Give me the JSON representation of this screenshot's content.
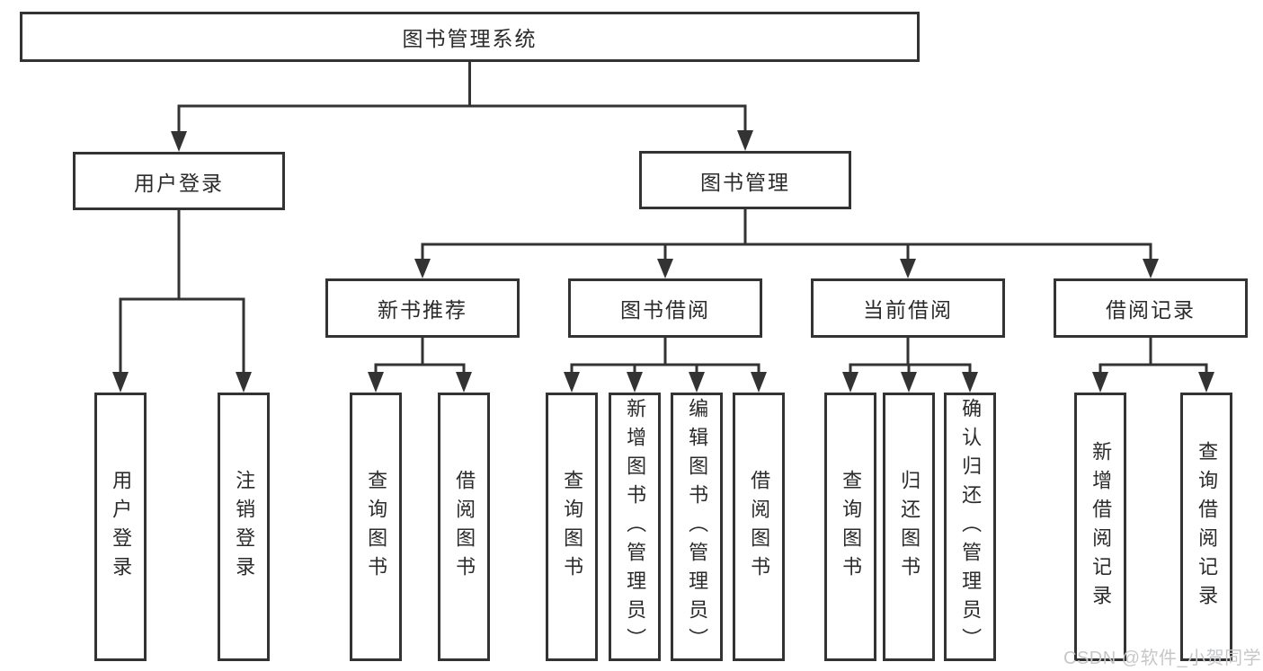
{
  "diagram": {
    "root": {
      "label": "图书管理系统"
    },
    "level2": [
      {
        "label": "用户登录"
      },
      {
        "label": "图书管理"
      }
    ],
    "level3": [
      {
        "label": "新书推荐"
      },
      {
        "label": "图书借阅"
      },
      {
        "label": "当前借阅"
      },
      {
        "label": "借阅记录"
      }
    ],
    "leaves": [
      {
        "label": "用户登录",
        "parent": "用户登录"
      },
      {
        "label": "注销登录",
        "parent": "用户登录"
      },
      {
        "label": "查询图书",
        "parent": "新书推荐"
      },
      {
        "label": "借阅图书",
        "parent": "新书推荐"
      },
      {
        "label": "查询图书",
        "parent": "图书借阅"
      },
      {
        "label": "新增图书（管理员）",
        "parent": "图书借阅"
      },
      {
        "label": "编辑图书（管理员）",
        "parent": "图书借阅"
      },
      {
        "label": "借阅图书",
        "parent": "图书借阅"
      },
      {
        "label": "查询图书",
        "parent": "当前借阅"
      },
      {
        "label": "归还图书",
        "parent": "当前借阅"
      },
      {
        "label": "确认归还（管理员）",
        "parent": "当前借阅"
      },
      {
        "label": "新增借阅记录",
        "parent": "借阅记录"
      },
      {
        "label": "查询借阅记录",
        "parent": "借阅记录"
      }
    ]
  },
  "watermark": "CSDN @软件_小贺同学",
  "colors": {
    "line": "#333333",
    "text": "#2b2b2b",
    "watermark": "#c6c7c9",
    "background": "#ffffff"
  }
}
